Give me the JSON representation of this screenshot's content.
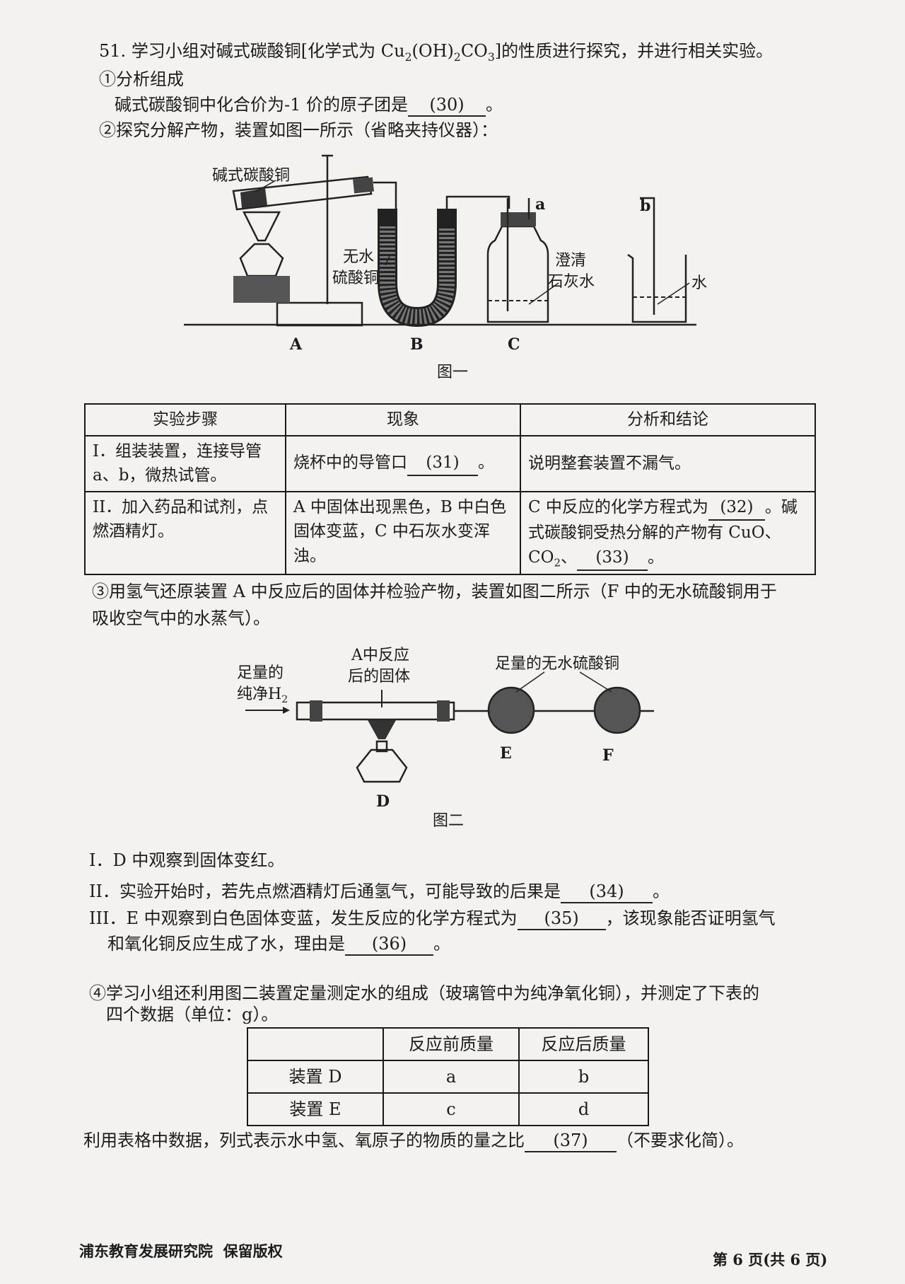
{
  "question": {
    "number": "51.",
    "intro_pre": "学习小组对碱式碳酸铜[化学式为 Cu",
    "intro_formula_mid1": "(OH)",
    "intro_formula_mid2": "CO",
    "intro_post": "]的性质进行探究，并进行相关实验。",
    "sub_2": "2",
    "sub_3": "3"
  },
  "part1": {
    "heading": "①分析组成",
    "text": "碱式碳酸铜中化合价为-1 价的原子团是",
    "blank": "(30)",
    "end": "。"
  },
  "part2": {
    "heading": "②探究分解产物，装置如图一所示（省略夹持仪器）："
  },
  "figure1": {
    "label_sample": "碱式碳酸铜",
    "label_cuso4_1": "无水",
    "label_cuso4_2": "硫酸铜",
    "label_lime_1": "澄清",
    "label_lime_2": "石灰水",
    "label_water": "水",
    "label_a": "a",
    "label_b": "b",
    "label_A": "A",
    "label_B": "B",
    "label_C": "C",
    "caption": "图一"
  },
  "table1": {
    "headers": [
      "实验步骤",
      "现象",
      "分析和结论"
    ],
    "row1": {
      "step": "I．组装装置，连接导管 a、b，微热试管。",
      "phenomenon_pre": "烧杯中的导管口",
      "phenomenon_blank": "(31)",
      "phenomenon_end": "。",
      "conclusion": "说明整套装置不漏气。"
    },
    "row2": {
      "step": "II．加入药品和试剂，点燃酒精灯。",
      "phenomenon": "A 中固体出现黑色，B 中白色固体变蓝，C 中石灰水变浑浊。",
      "conclusion_pre": "C 中反应的化学方程式为",
      "conclusion_blank1": "(32)",
      "conclusion_mid": "。碱式碳酸铜受热分解的产物有 CuO、CO",
      "conclusion_sub": "2",
      "conclusion_sep": "、",
      "conclusion_blank2": "(33)",
      "conclusion_end": "。"
    }
  },
  "part3": {
    "line1": "③用氢气还原装置 A 中反应后的固体并检验产物，装置如图二所示（F 中的无水硫酸铜用于",
    "line2": "吸收空气中的水蒸气）。"
  },
  "figure2": {
    "label_h2_1": "足量的",
    "label_h2_2": "纯净H",
    "label_h2_sub": "2",
    "label_solid_1": "A中反应",
    "label_solid_2": "后的固体",
    "label_cuso4": "足量的无水硫酸铜",
    "label_D": "D",
    "label_E": "E",
    "label_F": "F",
    "caption": "图二"
  },
  "steps": {
    "s1": "I．D 中观察到固体变红。",
    "s2_pre": "II．实验开始时，若先点燃酒精灯后通氢气，可能导致的后果是",
    "s2_blank": "(34)",
    "s2_end": "。",
    "s3_pre": "III．E 中观察到白色固体变蓝，发生反应的化学方程式为",
    "s3_blank": "(35)",
    "s3_mid": "，该现象能否证明氢气",
    "s3_line2_pre": "和氧化铜反应生成了水，理由是",
    "s3_blank2": "(36)",
    "s3_end": "。"
  },
  "part4": {
    "line1": "④学习小组还利用图二装置定量测定水的组成（玻璃管中为纯净氧化铜），并测定了下表的",
    "line2": "四个数据（单位：g）。"
  },
  "table2": {
    "headers": [
      "",
      "反应前质量",
      "反应后质量"
    ],
    "rows": [
      {
        "label": "装置 D",
        "before": "a",
        "after": "b"
      },
      {
        "label": "装置 E",
        "before": "c",
        "after": "d"
      }
    ]
  },
  "final": {
    "pre": "利用表格中数据，列式表示水中氢、氧原子的物质的量之比",
    "blank": "(37)",
    "end": "（不要求化简）。"
  },
  "footer": {
    "publisher": "浦东教育发展研究院",
    "rights": "保留版权",
    "page": "第 6 页(共 6 页)"
  }
}
